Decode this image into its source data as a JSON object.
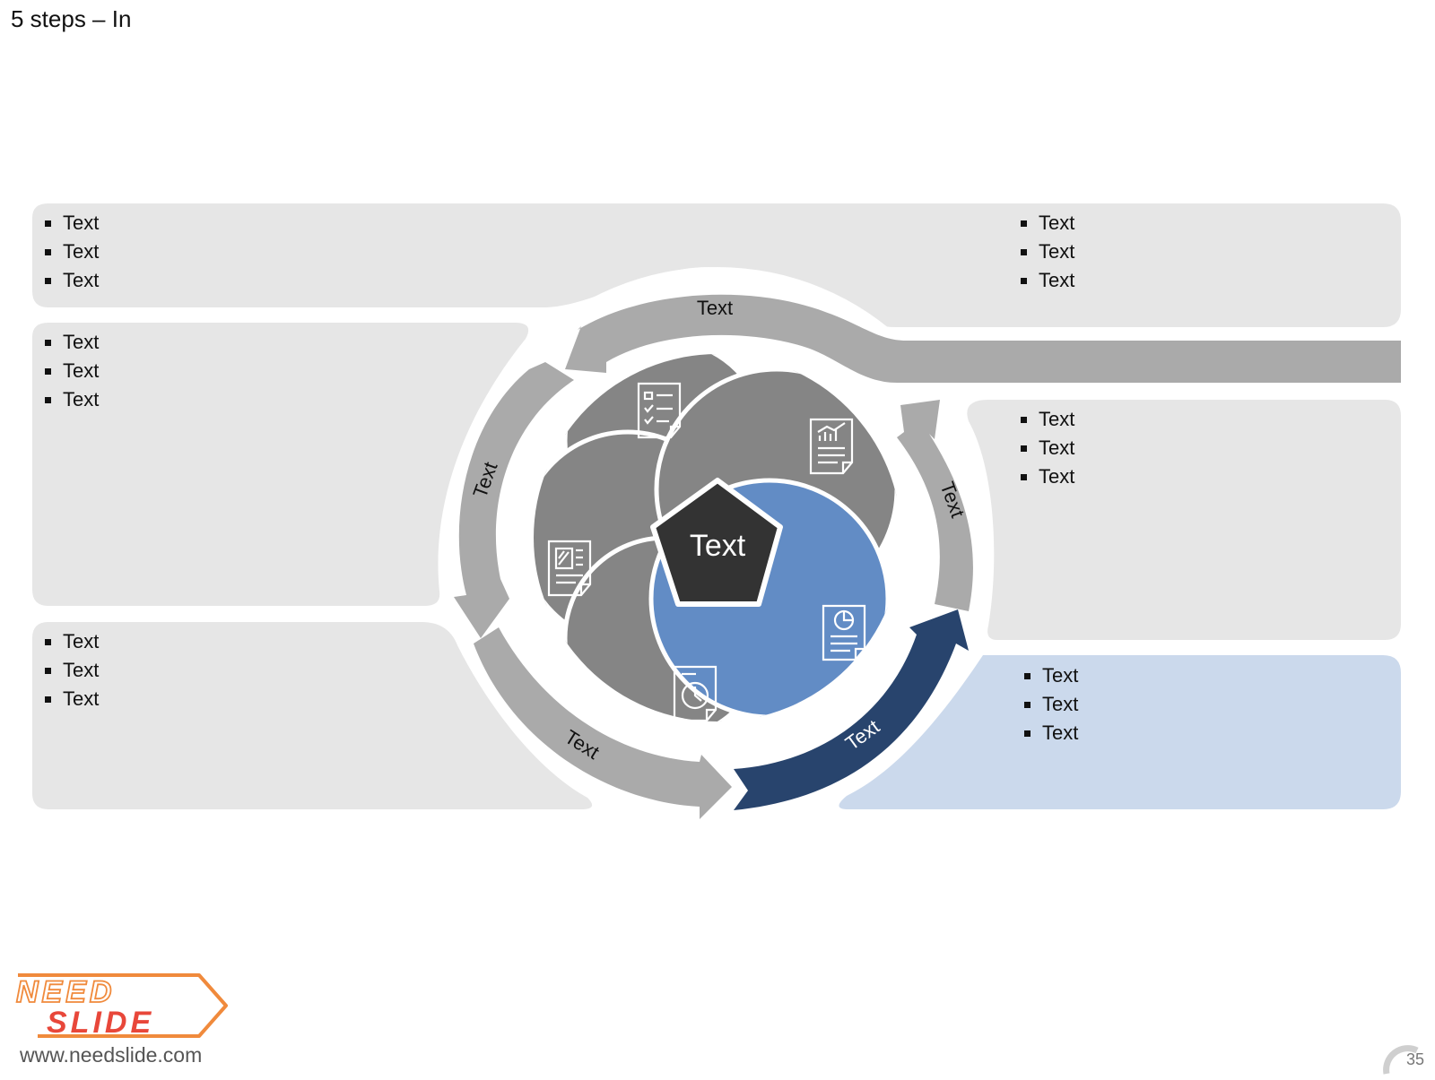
{
  "slide": {
    "title": "5 steps – In",
    "page_number": "35"
  },
  "footer": {
    "url": "www.needslide.com",
    "logo_line1": "NEED",
    "logo_line2": "SLIDE"
  },
  "center_label": "Text",
  "arrow_labels": [
    "Text",
    "Text",
    "Text",
    "Text",
    "Text"
  ],
  "panels": [
    {
      "id": "top-left",
      "bullets": [
        "Text",
        "Text",
        "Text"
      ]
    },
    {
      "id": "top-right",
      "bullets": [
        "Text",
        "Text",
        "Text"
      ]
    },
    {
      "id": "middle-left",
      "bullets": [
        "Text",
        "Text",
        "Text"
      ]
    },
    {
      "id": "middle-right",
      "bullets": [
        "Text",
        "Text",
        "Text"
      ]
    },
    {
      "id": "bottom-left",
      "bullets": [
        "Text",
        "Text",
        "Text"
      ]
    },
    {
      "id": "bottom-right",
      "bullets": [
        "Text",
        "Text",
        "Text"
      ]
    }
  ],
  "icons": [
    "checklist-doc-icon",
    "chart-doc-icon",
    "pie-chart-doc-icon",
    "clock-doc-icon",
    "image-doc-icon"
  ],
  "colors": {
    "panel_grey": "#e6e6e6",
    "panel_highlight": "#cbd9ec",
    "arrow_grey": "#aaaaaa",
    "arrow_active": "#28446d",
    "petal_grey": "#858585",
    "petal_active": "#628cc5",
    "center": "#333333"
  }
}
